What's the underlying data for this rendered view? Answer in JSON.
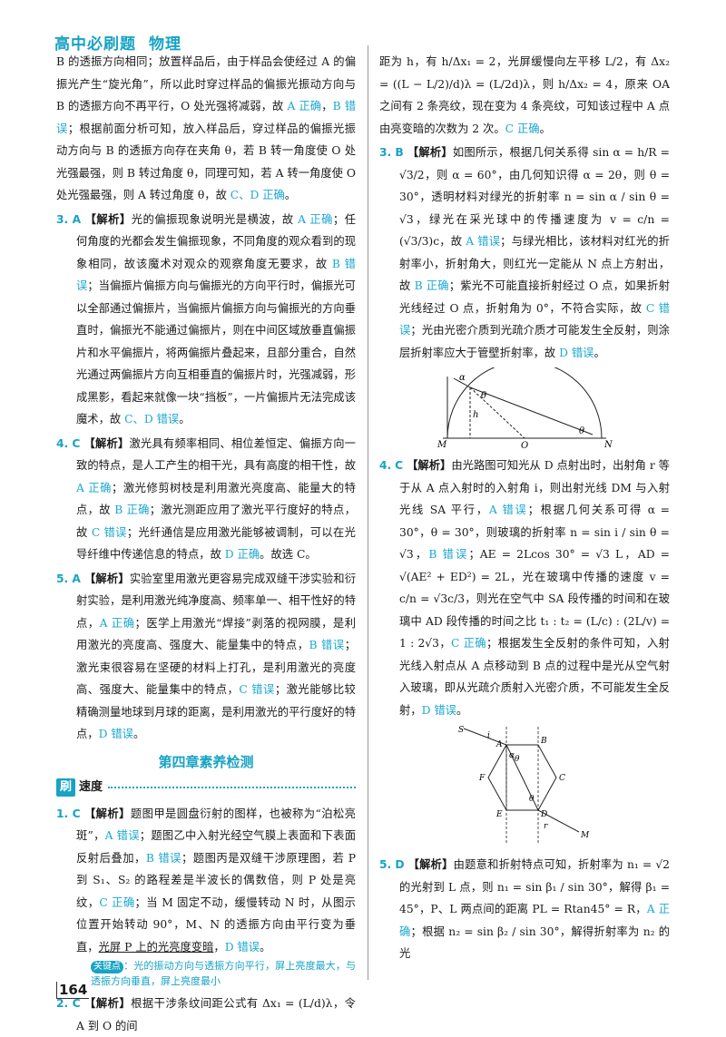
{
  "header": {
    "book": "高中必刷题",
    "subject": "物理"
  },
  "page_number": "164",
  "left": {
    "intro": [
      {
        "t": "B 的透振方向相同；放置样品后，由于样品会使经过 A 的偏振光产生“旋光角”，所以此时穿过样品的偏振光振动方向与 B 的透振方向不再平行，O 处光强将减弱，故 "
      },
      {
        "t": "A 正确",
        "c": true
      },
      {
        "t": "，"
      },
      {
        "t": "B 错误",
        "c": true
      },
      {
        "t": "；根据前面分析可知，放入样品后，穿过样品的偏振光振动方向与 B 的透振方向存在夹角 θ，若 B 转一角度使 O 处光强最强，则 B 转过角度 θ，同理可知，若 A 转一角度使 O 处光强最强，则 A 转过角度 θ，故 "
      },
      {
        "t": "C、D 正确",
        "c": true
      },
      {
        "t": "。"
      }
    ],
    "q3": {
      "num": "3.",
      "ans": "A",
      "tag": "【解析】",
      "segs": [
        {
          "t": "光的偏振现象说明光是横波，故 "
        },
        {
          "t": "A 正确",
          "c": true
        },
        {
          "t": "；任何角度的光都会发生偏振现象，不同角度的观众看到的现象相同，故该魔术对观众的观察角度无要求，故 "
        },
        {
          "t": "B 错误",
          "c": true
        },
        {
          "t": "；当偏振片偏振方向与偏振光的方向平行时，偏振光可以全部通过偏振片，当偏振片偏振方向与偏振光的方向垂直时，偏振光不能通过偏振片，则在中间区域放垂直偏振片和水平偏振片，将两偏振片叠起来，且部分重合，自然光通过两偏振片方向互相垂直的偏振片时，光强减弱，形成黑影，看起来就像一块“挡板”，一片偏振片无法完成该魔术，故 "
        },
        {
          "t": "C、D 错误",
          "c": true
        },
        {
          "t": "。"
        }
      ]
    },
    "q4": {
      "num": "4.",
      "ans": "C",
      "tag": "【解析】",
      "segs": [
        {
          "t": "激光具有频率相同、相位差恒定、偏振方向一致的特点，是人工产生的相干光，具有高度的相干性，故 "
        },
        {
          "t": "A 正确",
          "c": true
        },
        {
          "t": "；激光修剪树枝是利用激光亮度高、能量大的特点，故 "
        },
        {
          "t": "B 正确",
          "c": true
        },
        {
          "t": "；激光测距应用了激光平行度好的特点，故 "
        },
        {
          "t": "C 错误",
          "c": true
        },
        {
          "t": "；光纤通信是应用激光能够被调制，可以在光导纤维中传递信息的特点，故 "
        },
        {
          "t": "D 正确",
          "c": true
        },
        {
          "t": "。故选 C。"
        }
      ]
    },
    "q5": {
      "num": "5.",
      "ans": "A",
      "tag": "【解析】",
      "segs": [
        {
          "t": "实验室里用激光更容易完成双缝干涉实验和衍射实验，是利用激光纯净度高、频率单一、相干性好的特点，"
        },
        {
          "t": "A 正确",
          "c": true
        },
        {
          "t": "；医学上用激光“焊接”剥落的视网膜，是利用激光的亮度高、强度大、能量集中的特点，"
        },
        {
          "t": "B 错误",
          "c": true
        },
        {
          "t": "；激光束很容易在坚硬的材料上打孔，是利用激光的亮度高、强度大、能量集中的特点，"
        },
        {
          "t": "C 错误",
          "c": true
        },
        {
          "t": "；激光能够比较精确测量地球到月球的距离，是利用激光的平行度好的特点，"
        },
        {
          "t": "D 错误",
          "c": true
        },
        {
          "t": "。"
        }
      ]
    },
    "section_title": "第四章素养检测",
    "sub_badge": "刷",
    "sub_title": "速度",
    "q1": {
      "num": "1.",
      "ans": "C",
      "tag": "【解析】",
      "segs": [
        {
          "t": "题图甲是圆盘衍射的图样，也被称为“泊松亮斑”，"
        },
        {
          "t": "A 错误",
          "c": true
        },
        {
          "t": "；题图乙中入射光经空气膜上表面和下表面反射后叠加，"
        },
        {
          "t": "B 错误",
          "c": true
        },
        {
          "t": "；题图丙是双缝干涉原理图，若 P 到 S₁、S₂ 的路程差是半波长的偶数倍，则 P 处是亮纹，"
        },
        {
          "t": "C 正确",
          "c": true
        },
        {
          "t": "；当 M 固定不动，缓慢转动 N 时，从图示位置开始转动 90°，M、N 的透振方向由平行变为垂直，"
        },
        {
          "t": "光屏 P 上的光亮度变暗",
          "u": true
        },
        {
          "t": "，"
        },
        {
          "t": "D 错误",
          "c": true
        },
        {
          "t": "。"
        }
      ]
    },
    "q1_note_mark": "关键点",
    "q1_note": "：光的振动方向与透振方向平行，屏上亮度最大，与透振方向垂直，屏上亮度最小",
    "q2": {
      "num": "2.",
      "ans": "C",
      "tag": "【解析】",
      "segs": [
        {
          "t": "根据干涉条纹间距公式有 Δx₁ = (L/d)λ，令 A 到 O 的间"
        }
      ]
    }
  },
  "right": {
    "cont": [
      {
        "t": "距为 h，有 h/Δx₁ = 2，光屏缓慢向左平移 L/2，有 Δx₂ = ((L − L/2)/d)λ = (L/2d)λ，则 h/Δx₂ = 4，原来 OA 之间有 2 条亮纹，现在变为 4 条亮纹，可知该过程中 A 点由亮变暗的次数为 2 次。"
      },
      {
        "t": "C 正确",
        "c": true
      },
      {
        "t": "。"
      }
    ],
    "q3": {
      "num": "3.",
      "ans": "B",
      "tag": "【解析】",
      "segs": [
        {
          "t": "如图所示，根据几何关系得 sin α = h/R = √3/2，则 α = 60°，由几何知识得 α = 2θ，则 θ = 30°，透明材料对绿光的折射率 n = sin α / sin θ = √3，绿光在采光球中的传播速度为 v = c/n = (√3/3)c，故 "
        },
        {
          "t": "A 错误",
          "c": true
        },
        {
          "t": "；与绿光相比，该材料对红光的折射率小，折射角大，则红光一定能从 N 点上方射出，故 "
        },
        {
          "t": "B 正确",
          "c": true
        },
        {
          "t": "；紫光不可能直接折射经过 O 点，如果折射光线经过 O 点，折射角为 0°，不符合实际，故 "
        },
        {
          "t": "C 错误",
          "c": true
        },
        {
          "t": "；光由光密介质到光疏介质才可能发生全反射，则涂层折射率应大于管壁折射率，故 "
        },
        {
          "t": "D 错误",
          "c": true
        },
        {
          "t": "。"
        }
      ]
    },
    "fig1": {
      "M": "M",
      "O": "O",
      "N": "N",
      "alpha": "α",
      "theta1": "θ",
      "theta2": "θ",
      "h": "h"
    },
    "q4": {
      "num": "4.",
      "ans": "C",
      "tag": "【解析】",
      "segs": [
        {
          "t": "由光路图可知光从 D 点射出时，出射角 r 等于从 A 点入射时的入射角 i，则出射光线 DM 与入射光线 SA 平行，"
        },
        {
          "t": "A 错误",
          "c": true
        },
        {
          "t": "；根据几何关系可得 α = 30°，θ = 30°，则玻璃的折射率 n = sin i / sin θ = √3，"
        },
        {
          "t": "B 错误",
          "c": true
        },
        {
          "t": "；AE = 2Lcos 30° = √3 L，AD = √(AE² + ED²) = 2L，光在玻璃中传播的速度 v = c/n = √3c/3，则光在空气中 SA 段传播的时间和在玻璃中 AD 段传播的时间之比 t₁ : t₂ = (L/c) : (2L/v) = 1 : 2√3，"
        },
        {
          "t": "C 正确",
          "c": true
        },
        {
          "t": "；根据发生全反射的条件可知，入射光线入射点从 A 点移动到 B 点的过程中是光从空气射入玻璃，即从光疏介质射入光密介质，不可能发生全反射，"
        },
        {
          "t": "D 错误",
          "c": true
        },
        {
          "t": "。"
        }
      ]
    },
    "fig2": {
      "S": "S",
      "A": "A",
      "B": "B",
      "C": "C",
      "D": "D",
      "E": "E",
      "F": "F",
      "M": "M",
      "i": "i",
      "r": "r",
      "alpha": "α",
      "theta1": "θ",
      "theta2": "θ"
    },
    "q5": {
      "num": "5.",
      "ans": "D",
      "tag": "【解析】",
      "segs": [
        {
          "t": "由题意和折射特点可知，折射率为 n₁ = √2 的光射到 L 点，则 n₁ = sin β₁ / sin 30°，解得 β₁ = 45°，P、L 两点间的距离 PL = Rtan45° = R，"
        },
        {
          "t": "A 正确",
          "c": true
        },
        {
          "t": "；根据 n₂ = sin β₂ / sin 30°，解得折射率为 n₂ 的光"
        }
      ]
    }
  }
}
